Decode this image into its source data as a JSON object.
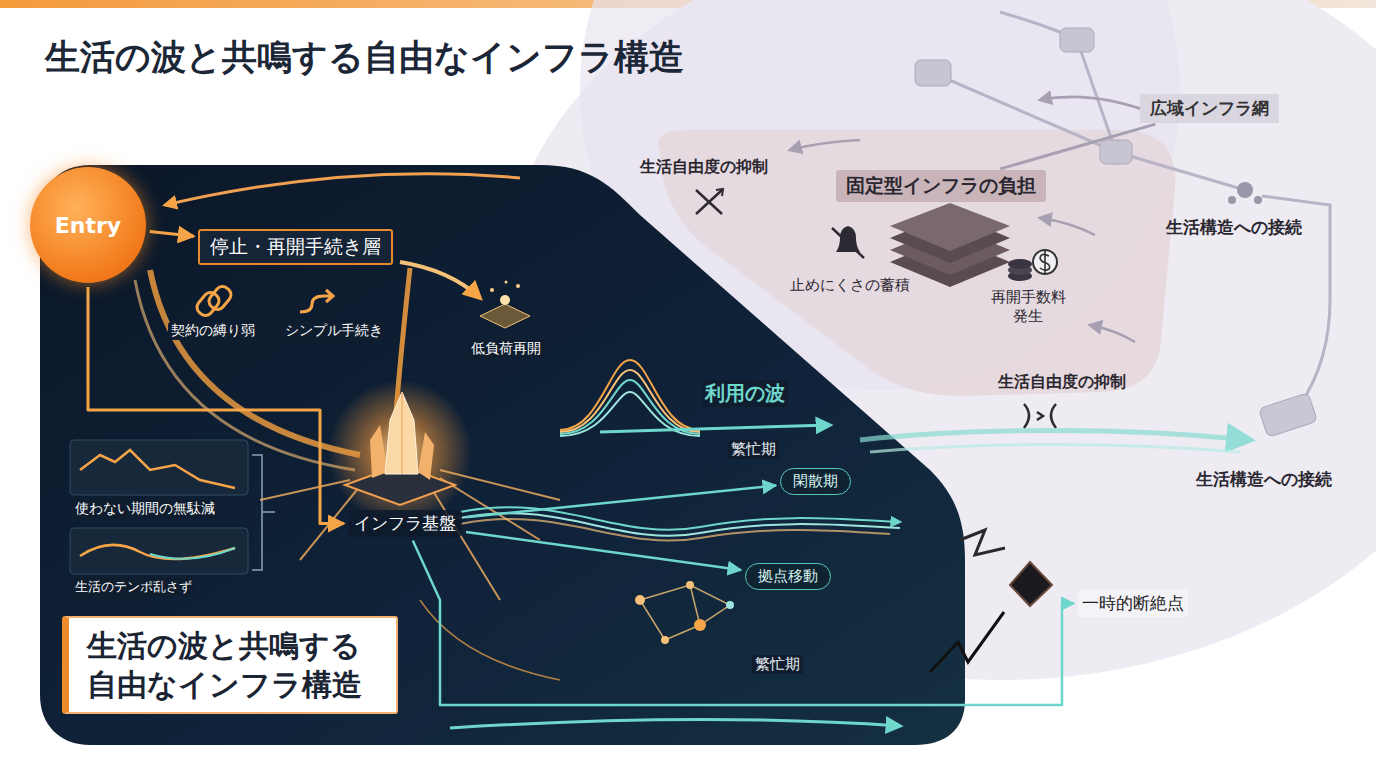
{
  "diagram": {
    "title": "生活の波と共鳴する自由なインフラ構造",
    "nodes": [
      {
        "text": [
          "Entry"
        ]
      },
      {
        "text": [
          "停止・再開手続き層"
        ]
      },
      {
        "text": [
          "広域インフラ網"
        ]
      },
      {
        "text": [
          "固定型インフラの負担"
        ]
      },
      {
        "text": [
          "インフラ基盤"
        ]
      },
      {
        "text": [
          "閑散期"
        ]
      },
      {
        "text": [
          "拠点移動"
        ]
      },
      {
        "text": [
          "一時的断絶点"
        ]
      },
      {
        "text": [
          "生活の波と共鳴する 自由なインフラ構造"
        ]
      }
    ],
    "edges": [
      {
        "from": 0,
        "to": 1,
        "arrow": "to"
      },
      {
        "from": 0,
        "to": 4,
        "arrow": "to"
      },
      {
        "from": 4,
        "to": 5,
        "arrow": "to"
      },
      {
        "from": 4,
        "to": 6,
        "arrow": "to"
      },
      {
        "from": 4,
        "to": 7,
        "arrow": "to"
      },
      {
        "from": 3,
        "to": 2,
        "arrow": "none"
      }
    ],
    "labels": [
      "契約の縛り弱",
      "シンプル手続き",
      "低負荷再開",
      "使わない期間の無駄減",
      "生活のテンポ乱さず",
      "利用の波",
      "繁忙期",
      "繁忙期",
      "生活自由度の抑制",
      "止めにくさの蓄積",
      "再開手数料 発生",
      "生活構造への接続",
      "生活自由度の抑制",
      "生活構造への接続"
    ]
  }
}
